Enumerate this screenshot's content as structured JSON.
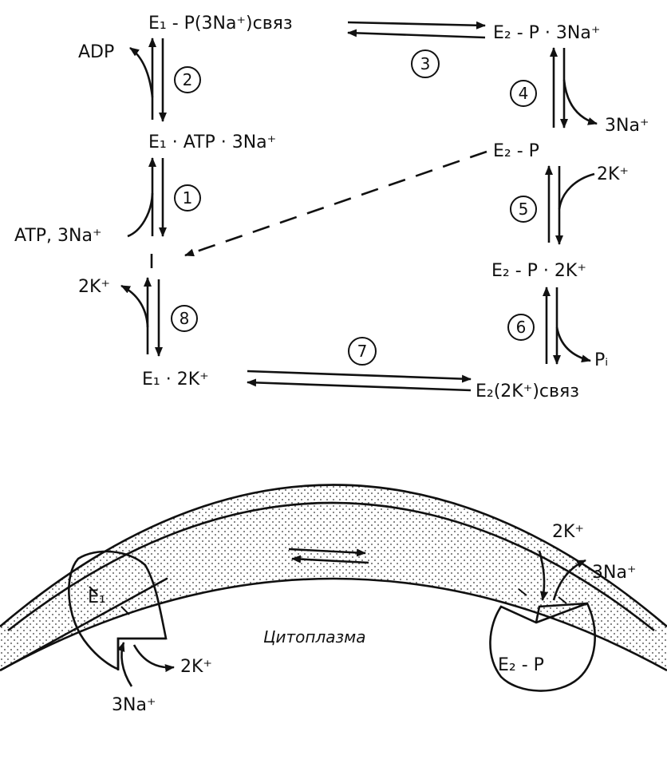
{
  "scheme": {
    "states": {
      "e1_p_3na_bound": "E₁ - P(3Na⁺)связ",
      "e1_atp_3na": "E₁ · ATP · 3Na⁺",
      "e1_2k": "E₁ · 2K⁺",
      "e2_p_3na": "E₂ - P · 3Na⁺",
      "e2_p": "E₂ - P",
      "e2_p_2k": "E₂ - P · 2K⁺",
      "e2_2k_bound": "E₂(2K⁺)связ"
    },
    "species": {
      "adp": "ADP",
      "atp_3na": "ATP, 3Na⁺",
      "k_release": "2K⁺",
      "na_release": "3Na⁺",
      "k_bind": "2K⁺",
      "pi": "Pᵢ"
    },
    "steps": [
      "1",
      "2",
      "3",
      "4",
      "5",
      "6",
      "7",
      "8"
    ]
  },
  "membrane": {
    "e1_label": "E₁",
    "e2_label": "E₂ - P",
    "cytoplasm": "Цитоплазма",
    "na_in_left": "3Na⁺",
    "k_out_left": "2K⁺",
    "k_in_right": "2K⁺",
    "na_out_right": "3Na⁺"
  }
}
